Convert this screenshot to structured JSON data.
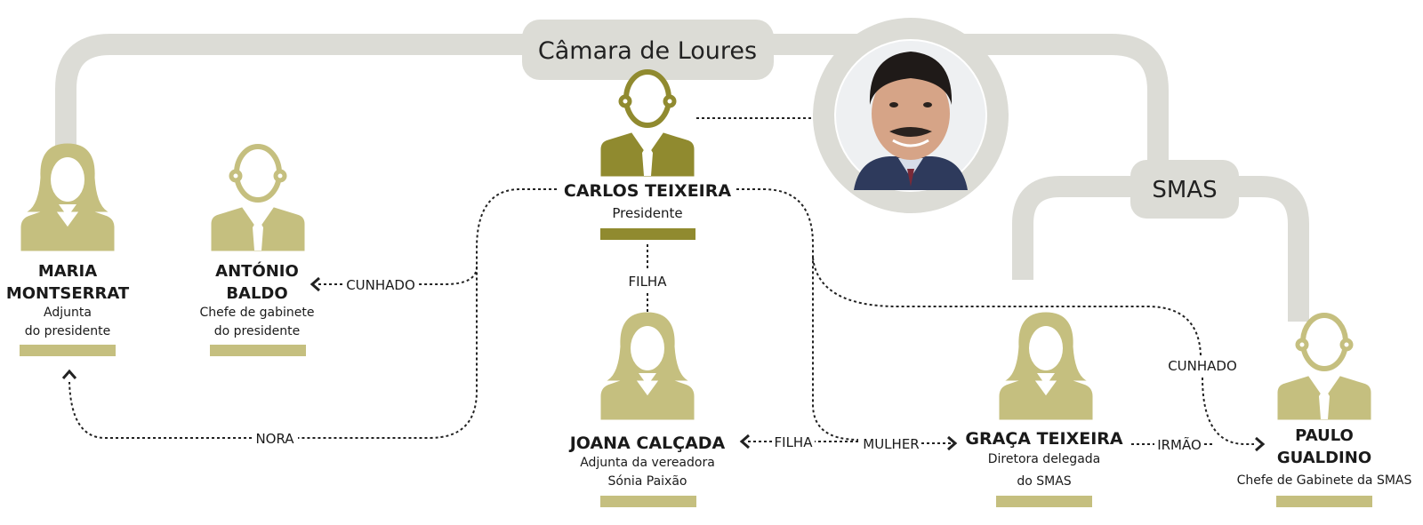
{
  "colors": {
    "track": "#dcdcd6",
    "gold_light": "#c5bf7f",
    "gold_dark": "#908a2f",
    "text": "#1a1a1a",
    "dotted": "#222222",
    "white": "#ffffff"
  },
  "groups": {
    "camara": "Câmara de Loures",
    "smas": "SMAS"
  },
  "photo": {
    "icon": "portrait-photo"
  },
  "people": {
    "carlos": {
      "name": "CARLOS TEIXEIRA",
      "role1": "Presidente",
      "icon": "man-icon"
    },
    "maria": {
      "name1": "MARIA",
      "name2": "MONTSERRAT",
      "role1": "Adjunta",
      "role2": "do presidente",
      "icon": "woman-icon"
    },
    "antonio": {
      "name1": "ANTÓNIO",
      "name2": "BALDO",
      "role1": "Chefe de gabinete",
      "role2": "do presidente",
      "icon": "man-icon"
    },
    "joana": {
      "name": "JOANA CALÇADA",
      "role1": "Adjunta da vereadora",
      "role2": "Sónia Paixão",
      "icon": "woman-icon"
    },
    "graca": {
      "name": "GRAÇA TEIXEIRA",
      "role1": "Diretora delegada",
      "role2": "do SMAS",
      "icon": "woman-icon"
    },
    "paulo": {
      "name1": "PAULO",
      "name2": "GUALDINO",
      "role1": "Chefe de Gabinete da SMAS",
      "icon": "man-icon"
    }
  },
  "relations": {
    "cunhado_antonio": "CUNHADO",
    "nora": "NORA",
    "filha_down": "FILHA",
    "filha_joana": "FILHA",
    "mulher": "MULHER",
    "irmao": "IRMÃO",
    "cunhado_paulo": "CUNHADO"
  }
}
